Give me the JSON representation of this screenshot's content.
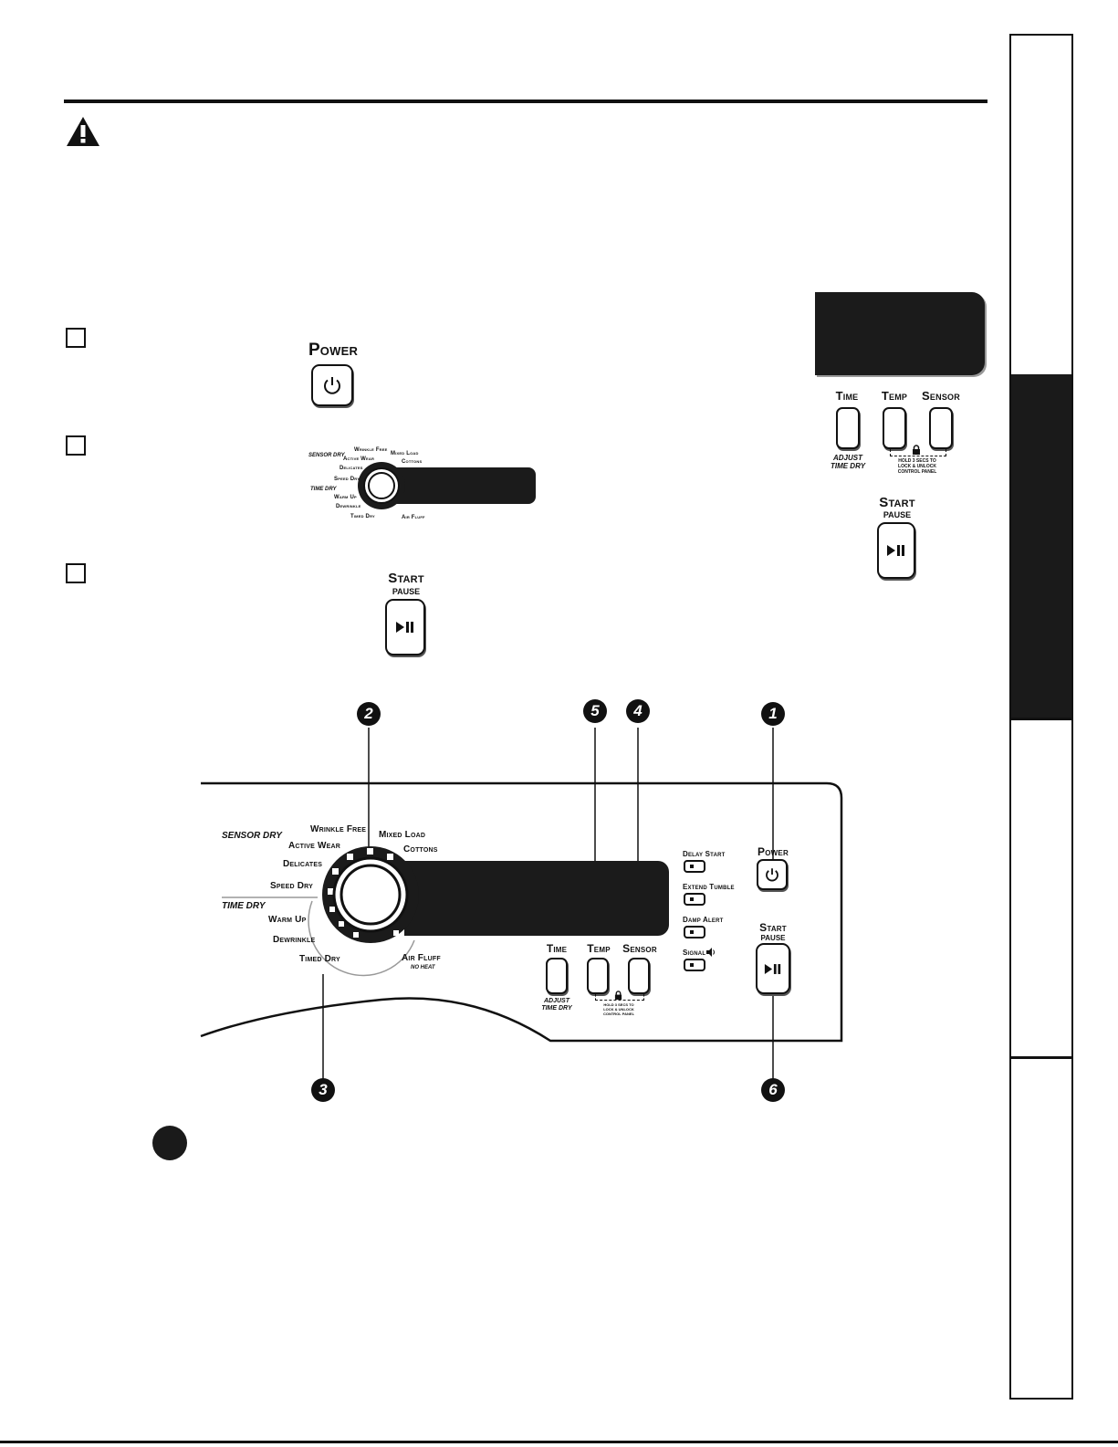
{
  "labels": {
    "power": "Power",
    "start": "Start",
    "pause": "PAUSE",
    "time": "Time",
    "temp": "Temp",
    "sensor": "Sensor",
    "adjust_time_dry": "ADJUST\nTIME DRY",
    "lock_hint": "HOLD 3 SECS TO\nLOCK & UNLOCK\nCONTROL PANEL",
    "sensor_dry": "SENSOR DRY",
    "time_dry": "TIME DRY",
    "no_heat": "NO HEAT"
  },
  "cycles": {
    "wrinkle_free": "Wrinkle Free",
    "active_wear": "Active Wear",
    "delicates": "Delicates",
    "speed_dry": "Speed Dry",
    "mixed_load": "Mixed Load",
    "cottons": "Cottons",
    "warm_up": "Warm Up",
    "dewrinkle": "Dewrinkle",
    "timed_dry": "Timed Dry",
    "air_fluff": "Air Fluff"
  },
  "options": {
    "delay_start": "Delay Start",
    "extend_tumble": "Extend Tumble",
    "damp_alert": "Damp Alert",
    "signal": "Signal"
  },
  "callouts": [
    "1",
    "2",
    "3",
    "4",
    "5",
    "6"
  ],
  "icons": {
    "warning": "warning-triangle-icon",
    "power": "power-icon",
    "play_pause": "play-pause-icon",
    "lock": "lock-icon",
    "sound": "sound-icon"
  }
}
